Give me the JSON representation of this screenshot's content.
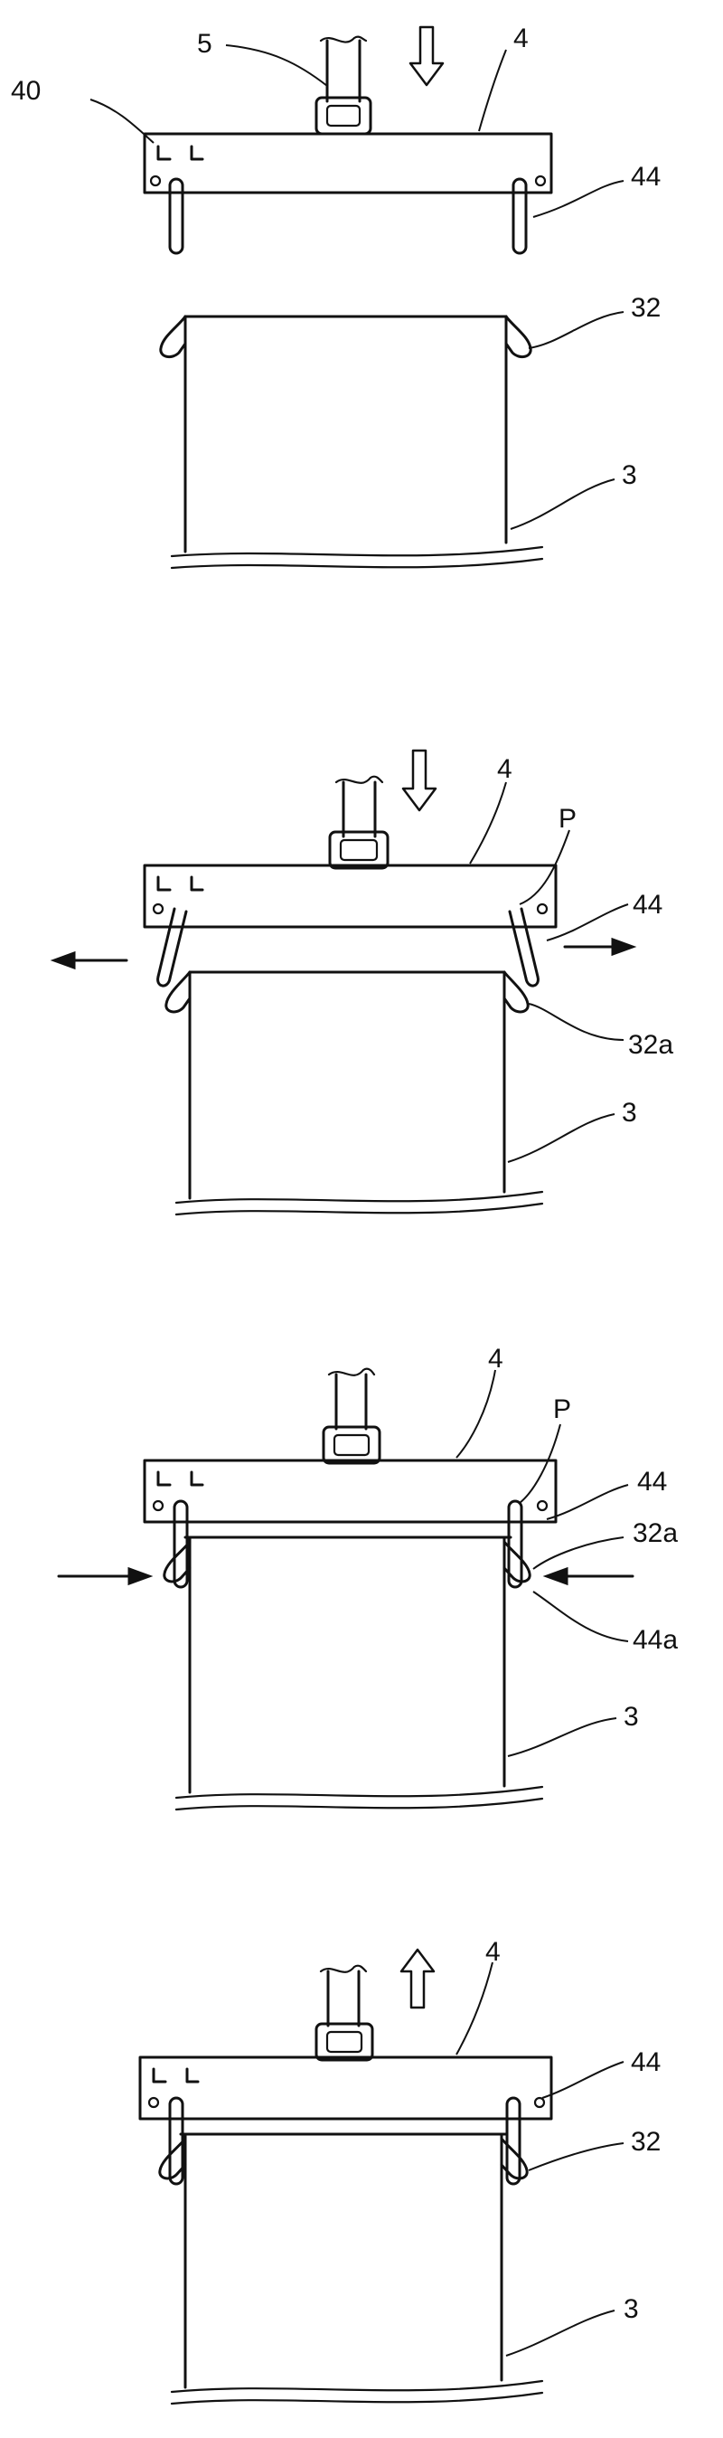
{
  "figure": {
    "panels": [
      {
        "id": "panel-1",
        "labels": {
          "strap": "5",
          "lid": "4",
          "lid_hole": "40",
          "lid_hook": "44",
          "container_tab": "32",
          "container": "3"
        }
      },
      {
        "id": "panel-2",
        "labels": {
          "lid": "4",
          "point": "P",
          "lid_hook": "44",
          "container_tab": "32a",
          "container": "3"
        }
      },
      {
        "id": "panel-3",
        "labels": {
          "lid": "4",
          "point": "P",
          "lid_hook": "44",
          "container_tab": "32a",
          "hook_tip": "44a",
          "container": "3"
        }
      },
      {
        "id": "panel-4",
        "labels": {
          "lid": "4",
          "lid_hook": "44",
          "container_tab": "32",
          "container": "3"
        }
      }
    ]
  }
}
